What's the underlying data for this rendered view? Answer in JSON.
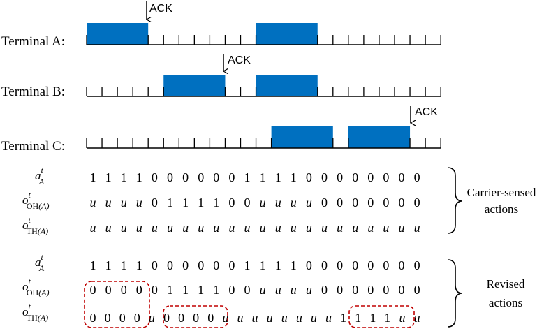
{
  "terminals": [
    {
      "label": "Terminal A:",
      "busy": [
        [
          0,
          4
        ],
        [
          11,
          15
        ]
      ],
      "ack_after": 4
    },
    {
      "label": "Terminal B:",
      "busy": [
        [
          5,
          9
        ],
        [
          11,
          15
        ]
      ],
      "ack_after": 9
    },
    {
      "label": "Terminal C:",
      "busy": [
        [
          12,
          16
        ],
        [
          17,
          21
        ]
      ],
      "ack_after": 21
    }
  ],
  "ack_label": "ACK",
  "row_labels": {
    "a": {
      "sym": "a",
      "sup": "t",
      "sub": "A"
    },
    "oh": {
      "sym": "o",
      "sup": "t",
      "sub_up": "OH",
      "sub_tail": "(A)"
    },
    "th": {
      "sym": "o",
      "sup": "t",
      "sub_up": "TH",
      "sub_tail": "(A)"
    }
  },
  "carrier_sensed": {
    "caption_line1": "Carrier-sensed",
    "caption_line2": "actions",
    "a": [
      "1",
      "1",
      "1",
      "1",
      "0",
      "0",
      "0",
      "0",
      "0",
      "0",
      "1",
      "1",
      "1",
      "1",
      "0",
      "0",
      "0",
      "0",
      "0",
      "0",
      "0",
      "0"
    ],
    "oh": [
      "u",
      "u",
      "u",
      "u",
      "0",
      "1",
      "1",
      "1",
      "1",
      "0",
      "0",
      "u",
      "u",
      "u",
      "u",
      "0",
      "0",
      "0",
      "0",
      "0",
      "0",
      "0"
    ],
    "th": [
      "u",
      "u",
      "u",
      "u",
      "u",
      "u",
      "u",
      "u",
      "u",
      "u",
      "u",
      "u",
      "u",
      "u",
      "u",
      "u",
      "u",
      "u",
      "u",
      "u",
      "u",
      "u"
    ]
  },
  "revised": {
    "caption_line1": "Revised",
    "caption_line2": "actions",
    "a": [
      "1",
      "1",
      "1",
      "1",
      "0",
      "0",
      "0",
      "0",
      "0",
      "0",
      "1",
      "1",
      "1",
      "1",
      "0",
      "0",
      "0",
      "0",
      "0",
      "0",
      "0",
      "0"
    ],
    "oh": [
      "0",
      "0",
      "0",
      "0",
      "0",
      "1",
      "1",
      "1",
      "1",
      "0",
      "0",
      "u",
      "u",
      "u",
      "u",
      "0",
      "0",
      "0",
      "0",
      "0",
      "0",
      "0"
    ],
    "th": [
      "0",
      "0",
      "0",
      "0",
      "u",
      "0",
      "0",
      "0",
      "0",
      "u",
      "u",
      "u",
      "u",
      "u",
      "u",
      "u",
      "u",
      "1",
      "1",
      "1",
      "1",
      "u",
      "u"
    ]
  },
  "colors": {
    "busy": "#0070C0",
    "highlight": "#C00000",
    "line": "#000000"
  }
}
